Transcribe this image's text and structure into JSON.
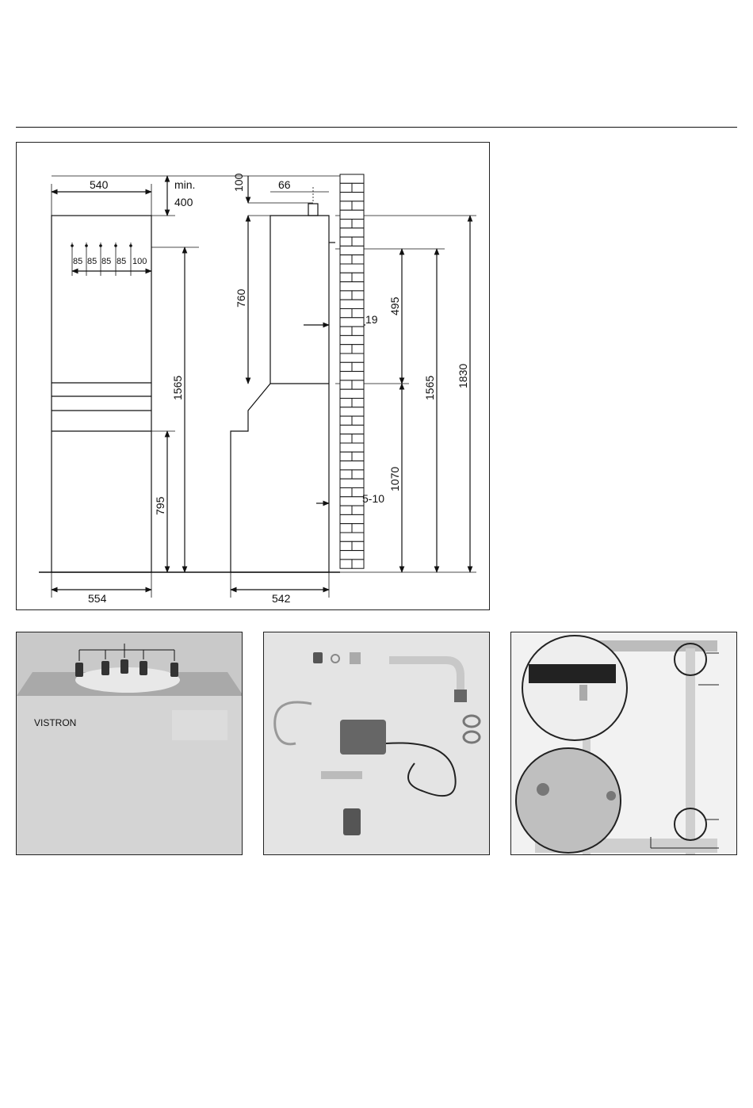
{
  "dimensions": {
    "top_width_left": "540",
    "min_label": "min.",
    "min_value": "400",
    "gap_top": "100",
    "offset_side": "66",
    "spacing_1": "85",
    "spacing_2": "85",
    "spacing_3": "85",
    "spacing_4": "85",
    "spacing_5": "100",
    "height_front_1565": "1565",
    "height_front_795": "795",
    "depth_upper_760": "760",
    "wall_gap_19": "19",
    "height_495": "495",
    "height_1070": "1070",
    "wall_gap_5_10": "5-10",
    "height_side_1565": "1565",
    "height_total_1830": "1830",
    "bottom_width_left": "554",
    "bottom_width_right": "542"
  },
  "photo1": {
    "brand": "VISTRON"
  },
  "colors": {
    "line": "#111111",
    "panel_border": "#222222",
    "brick": "#ffffff"
  }
}
